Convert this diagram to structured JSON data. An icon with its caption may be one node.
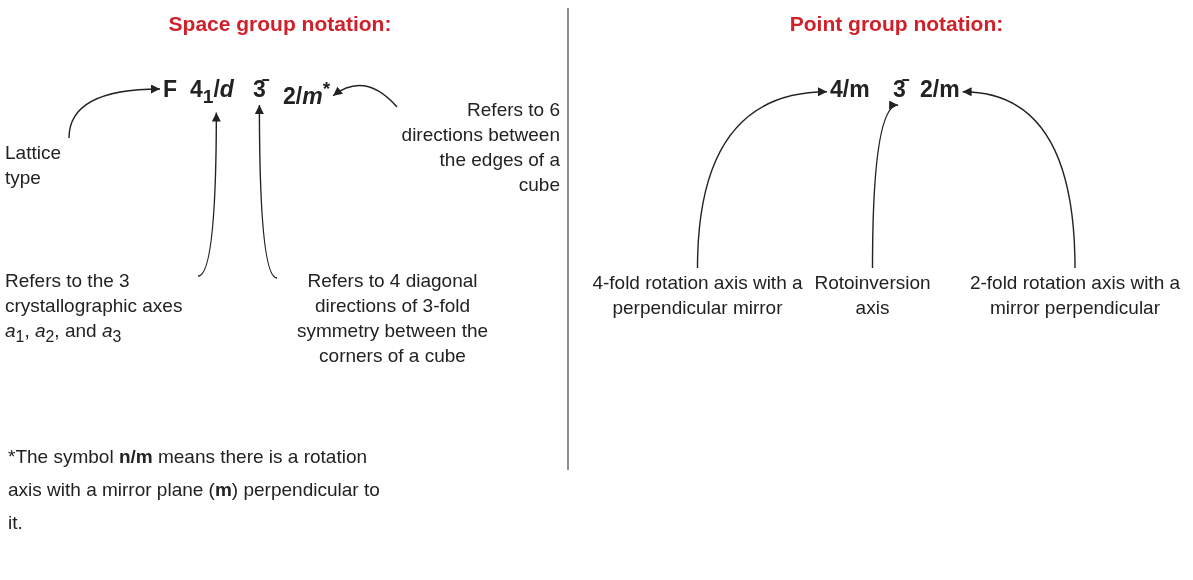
{
  "diagram": {
    "nodes": [
      {
        "text": [
          "F"
        ]
      },
      {
        "text": [
          "4$_{1}$/*d*"
        ]
      },
      {
        "text": [
          "3̄"
        ]
      },
      {
        "text": [
          "2/*m*$^{*}$"
        ]
      },
      {
        "text": [
          "Lattice type"
        ]
      },
      {
        "text": [
          "Refers to 6 directions between the edges of a cube"
        ]
      },
      {
        "text": [
          "Refers to the 3 crystallographic axes *a*$_{1}$, *a*$_{2}$, and *a*$_{3}$"
        ]
      },
      {
        "text": [
          "Refers to 4 diagonal directions of 3-fold symmetry between the corners of a cube"
        ]
      },
      {
        "text": [
          "4/m"
        ]
      },
      {
        "text": [
          "3̄"
        ]
      },
      {
        "text": [
          "2/m"
        ]
      },
      {
        "text": [
          "4-fold rotation axis with a perpendicular mirror"
        ]
      },
      {
        "text": [
          "Rotoinversion axis"
        ]
      },
      {
        "text": [
          "2-fold rotation axis with a mirror perpendicular"
        ]
      }
    ],
    "edges": [
      {
        "from": 4,
        "to": 0,
        "arrow": "to"
      },
      {
        "from": 5,
        "to": 3,
        "arrow": "to"
      },
      {
        "from": 6,
        "to": 1,
        "arrow": "to"
      },
      {
        "from": 7,
        "to": 2,
        "arrow": "to"
      },
      {
        "from": 11,
        "to": 8,
        "arrow": "to"
      },
      {
        "from": 12,
        "to": 9,
        "arrow": "to"
      },
      {
        "from": 13,
        "to": 10,
        "arrow": "to"
      }
    ],
    "labels": [
      "Space group notation:",
      "Point group notation:",
      "*The symbol **n/m** means there is a rotation axis with a mirror plane (**m**) perpendicular to it."
    ]
  }
}
